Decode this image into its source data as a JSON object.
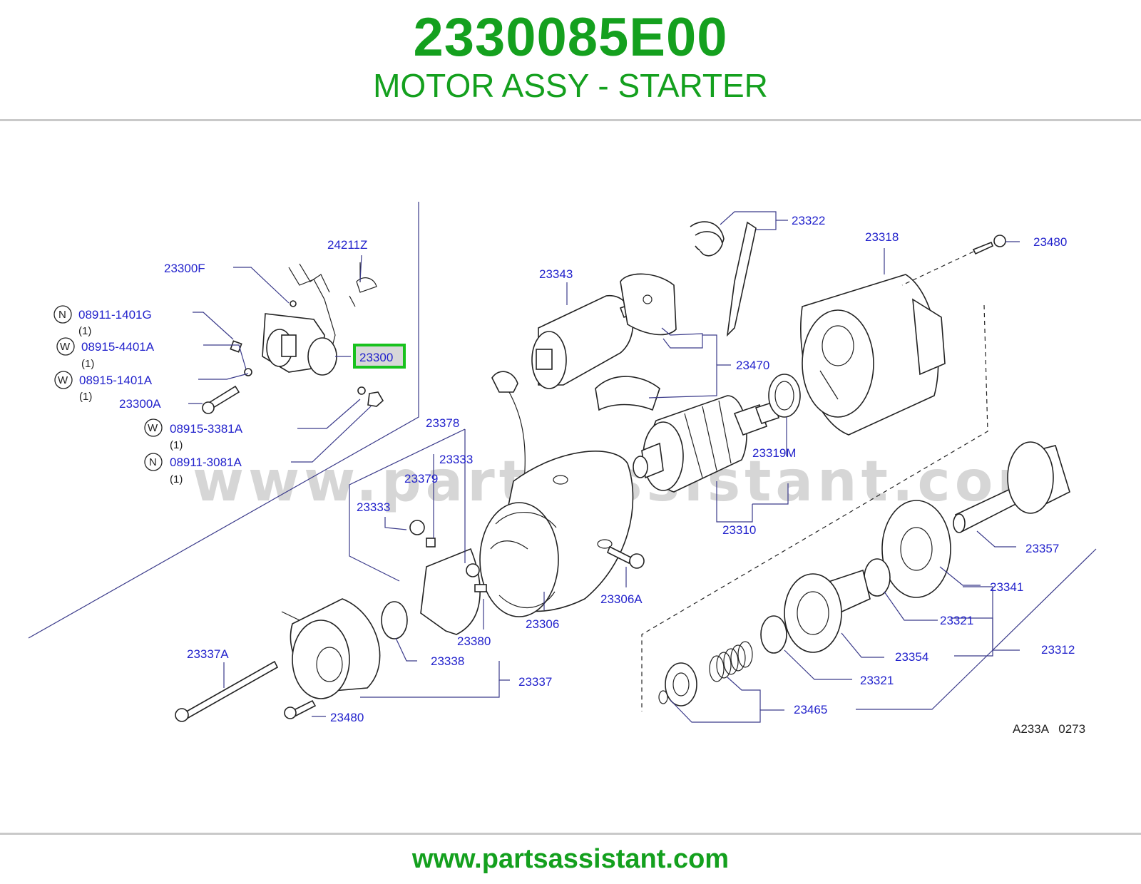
{
  "header": {
    "part_number": "2330085E00",
    "part_name": "MOTOR ASSY - STARTER"
  },
  "footer": {
    "url": "www.partsassistant.com"
  },
  "watermark": "www.partsassistant.com",
  "colors": {
    "title_green": "#14a01e",
    "label_blue": "#2222cc",
    "highlight_green": "#19c21e"
  },
  "diagram_code": "A233A   0273",
  "labels": {
    "l23300": "23300",
    "l24211Z": "24211Z",
    "l23300F": "23300F",
    "l23300A": "23300A",
    "l23322": "23322",
    "l23318": "23318",
    "l23480_top": "23480",
    "l23343": "23343",
    "l23470": "23470",
    "l23319M": "23319M",
    "l23310": "23310",
    "l23378": "23378",
    "l23333_a": "23333",
    "l23379": "23379",
    "l23333_b": "23333",
    "l23357": "23357",
    "l23341": "23341",
    "l23306A": "23306A",
    "l23306": "23306",
    "l23380": "23380",
    "l23321_a": "23321",
    "l23312": "23312",
    "l23354": "23354",
    "l23321_b": "23321",
    "l23338": "23338",
    "l23337A": "23337A",
    "l23337": "23337",
    "l23465": "23465",
    "l23480_bottom": "23480"
  },
  "fasteners": [
    {
      "mark": "N",
      "code": "08911-1401G",
      "qty": "(1)"
    },
    {
      "mark": "W",
      "code": "08915-4401A",
      "qty": "(1)"
    },
    {
      "mark": "W",
      "code": "08915-1401A",
      "qty": "(1)"
    },
    {
      "mark": "W",
      "code": "08915-3381A",
      "qty": "(1)"
    },
    {
      "mark": "N",
      "code": "08911-3081A",
      "qty": "(1)"
    }
  ]
}
